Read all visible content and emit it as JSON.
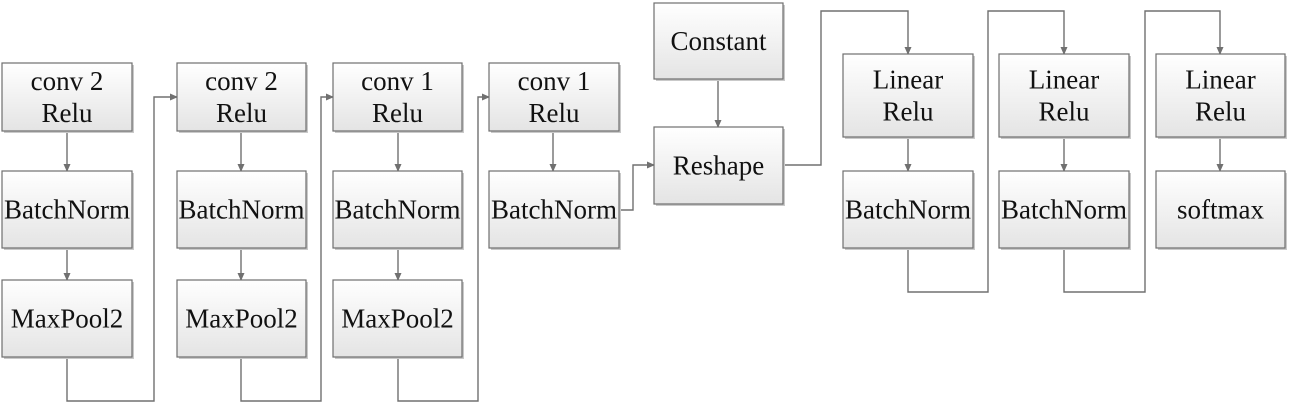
{
  "nodes": [
    {
      "id": "c1-conv",
      "lines": [
        "conv 2",
        "Relu"
      ]
    },
    {
      "id": "c1-bn",
      "lines": [
        "BatchNorm"
      ]
    },
    {
      "id": "c1-pool",
      "lines": [
        "MaxPool2"
      ]
    },
    {
      "id": "c2-conv",
      "lines": [
        "conv 2",
        "Relu"
      ]
    },
    {
      "id": "c2-bn",
      "lines": [
        "BatchNorm"
      ]
    },
    {
      "id": "c2-pool",
      "lines": [
        "MaxPool2"
      ]
    },
    {
      "id": "c3-conv",
      "lines": [
        "conv 1",
        "Relu"
      ]
    },
    {
      "id": "c3-bn",
      "lines": [
        "BatchNorm"
      ]
    },
    {
      "id": "c3-pool",
      "lines": [
        "MaxPool2"
      ]
    },
    {
      "id": "c4-conv",
      "lines": [
        "conv 1",
        "Relu"
      ]
    },
    {
      "id": "c4-bn",
      "lines": [
        "BatchNorm"
      ]
    },
    {
      "id": "constant",
      "lines": [
        "Constant"
      ]
    },
    {
      "id": "reshape",
      "lines": [
        "Reshape"
      ]
    },
    {
      "id": "l1-linear",
      "lines": [
        "Linear",
        "Relu"
      ]
    },
    {
      "id": "l1-bn",
      "lines": [
        "BatchNorm"
      ]
    },
    {
      "id": "l2-linear",
      "lines": [
        "Linear",
        "Relu"
      ]
    },
    {
      "id": "l2-bn",
      "lines": [
        "BatchNorm"
      ]
    },
    {
      "id": "l3-linear",
      "lines": [
        "Linear",
        "Relu"
      ]
    },
    {
      "id": "softmax",
      "lines": [
        "softmax"
      ]
    }
  ],
  "edges": [
    [
      "c1-conv",
      "c1-bn"
    ],
    [
      "c1-bn",
      "c1-pool"
    ],
    [
      "c1-pool",
      "c2-conv"
    ],
    [
      "c2-conv",
      "c2-bn"
    ],
    [
      "c2-bn",
      "c2-pool"
    ],
    [
      "c2-pool",
      "c3-conv"
    ],
    [
      "c3-conv",
      "c3-bn"
    ],
    [
      "c3-bn",
      "c3-pool"
    ],
    [
      "c3-pool",
      "c4-conv"
    ],
    [
      "c4-conv",
      "c4-bn"
    ],
    [
      "c4-bn",
      "reshape"
    ],
    [
      "constant",
      "reshape"
    ],
    [
      "reshape",
      "l1-linear"
    ],
    [
      "l1-linear",
      "l1-bn"
    ],
    [
      "l1-bn",
      "l2-linear"
    ],
    [
      "l2-linear",
      "l2-bn"
    ],
    [
      "l2-bn",
      "l3-linear"
    ],
    [
      "l3-linear",
      "softmax"
    ]
  ],
  "colors": {
    "box_top": "#ffffff",
    "box_bottom": "#e6e6e6",
    "border": "#6e6e6e",
    "connector": "#707070"
  }
}
